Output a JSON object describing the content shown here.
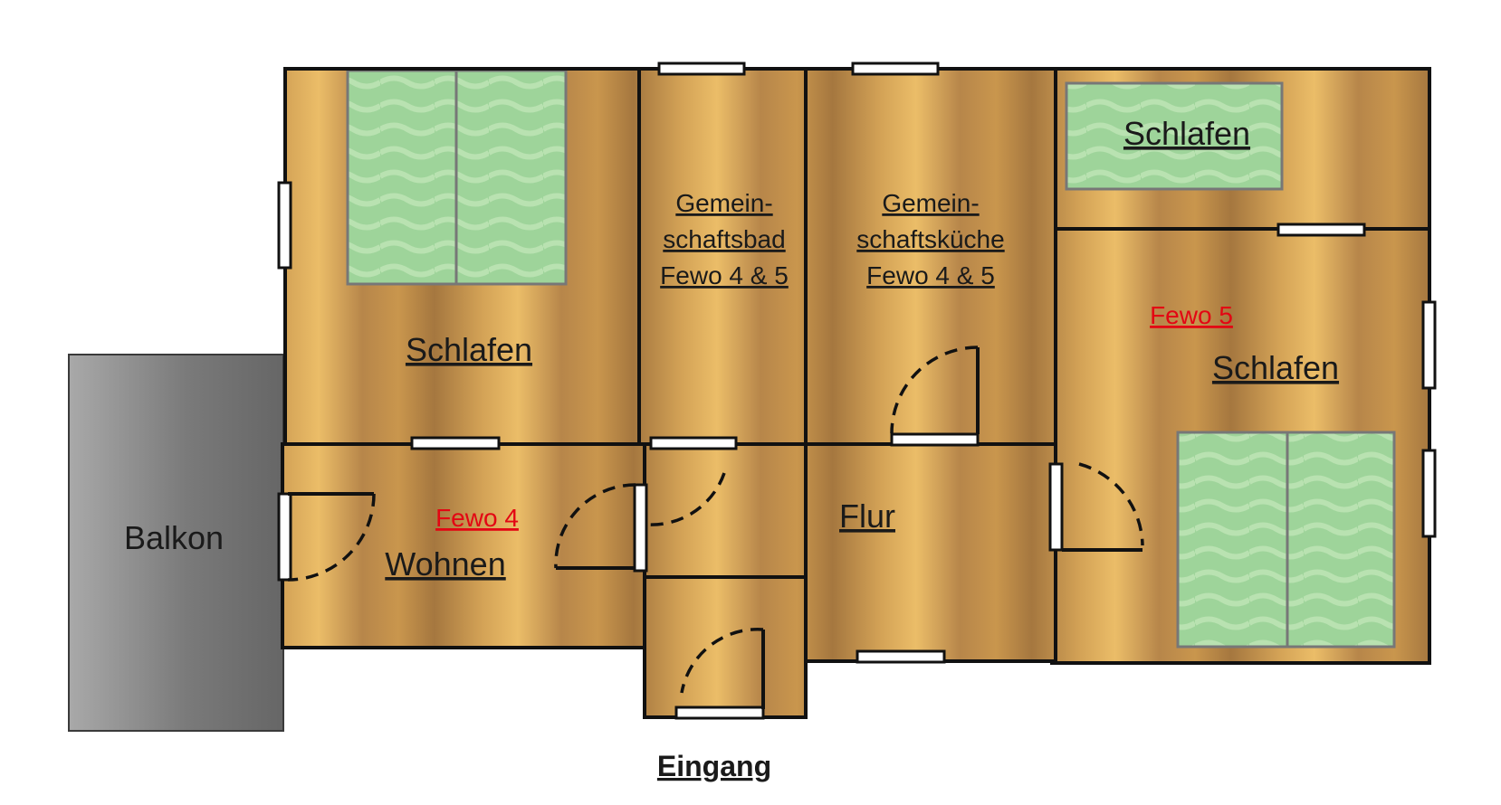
{
  "labels": {
    "balkon": "Balkon",
    "schlafen_left": "Schlafen",
    "bad_line1": "Gemein-",
    "bad_line2": "schaftsbad",
    "bad_line3": "Fewo 4 & 5",
    "kueche_line1": "Gemein-",
    "kueche_line2": "schaftsküche",
    "kueche_line3": "Fewo 4 & 5",
    "schlafen_top_right": "Schlafen",
    "fewo5": "Fewo 5",
    "schlafen_right": "Schlafen",
    "fewo4": "Fewo 4",
    "wohnen": "Wohnen",
    "flur": "Flur",
    "eingang": "Eingang"
  },
  "colors": {
    "floor_dark": "#a5773f",
    "floor_mid": "#c9964d",
    "floor_light": "#ebbd68",
    "bed": "#9ed49a",
    "balkon": "#6f6f6f",
    "wall": "#111111",
    "fewo_label": "#e30613"
  }
}
